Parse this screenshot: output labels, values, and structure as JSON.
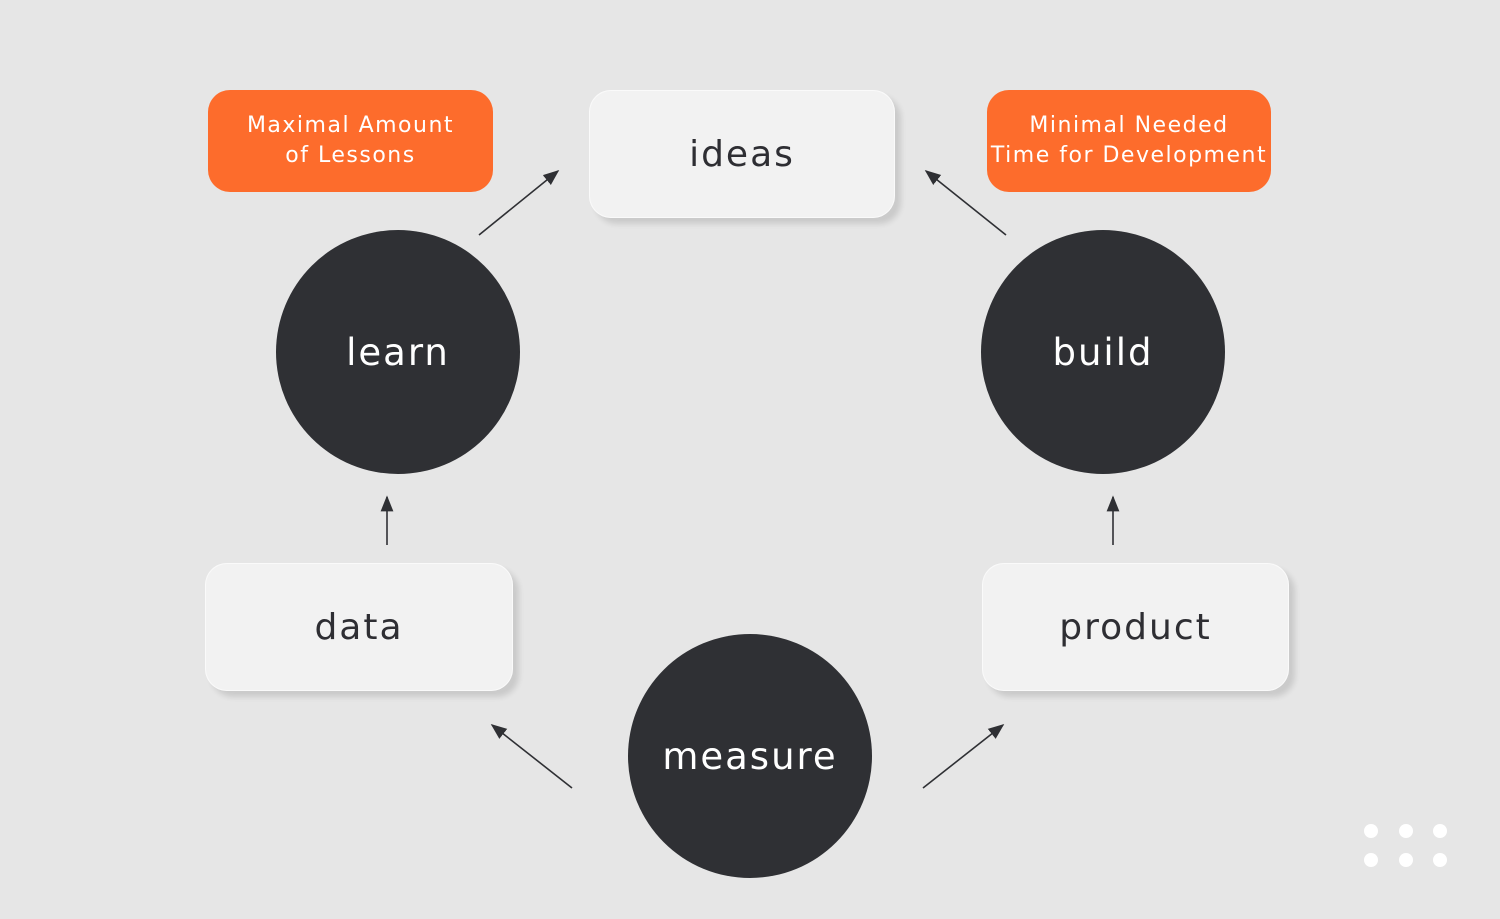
{
  "nodes": {
    "ideas": "ideas",
    "learn": "learn",
    "build": "build",
    "data": "data",
    "product": "product",
    "measure": "measure"
  },
  "notes": {
    "left": {
      "line1": "Maximal Amount",
      "line2": "of Lessons"
    },
    "right": {
      "line1": "Minimal Needed",
      "line2": "Time for Development"
    }
  },
  "colors": {
    "background": "#e6e6e6",
    "box": "#f2f2f2",
    "circle": "#2f3034",
    "accent": "#fd6c2c"
  },
  "icons": {
    "corner": "dots-grid-icon"
  }
}
